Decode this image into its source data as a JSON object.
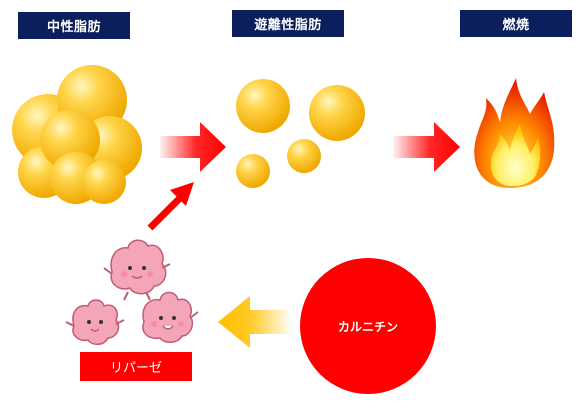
{
  "labels": {
    "neutral_fat": "中性脂肪",
    "free_fatty_acid": "遊離性脂肪",
    "combustion": "燃焼",
    "lipase": "リパーゼ",
    "carnitine": "カルニチン"
  },
  "colors": {
    "label_bg": "#0a1f5c",
    "fat_yellow": "#ffc20e",
    "arrow_red": "#ff0000",
    "arrow_yellow": "#ffc000",
    "carnitine_red": "#ff0000",
    "lipase_pink": "#f4a6b8"
  },
  "icons": {
    "fat_cluster": "fat-droplet-cluster-icon",
    "free_fat": "free-fat-droplets-icon",
    "flame": "flame-icon",
    "lipase_mascot": "lipase-enzyme-character-icon"
  }
}
